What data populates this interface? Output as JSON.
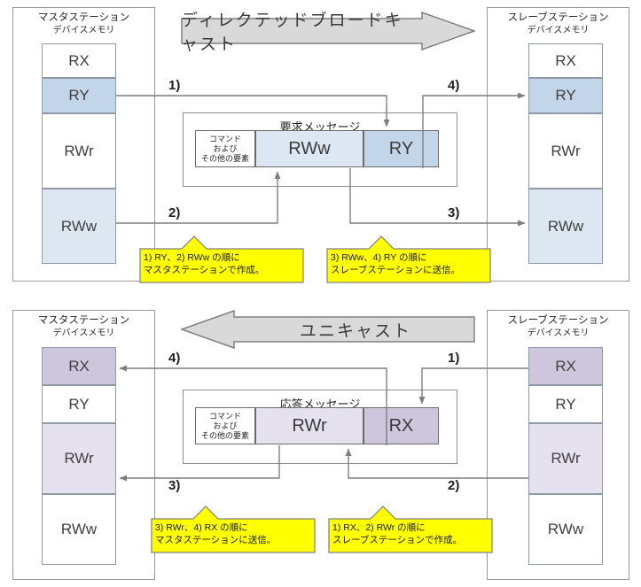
{
  "diagrams": [
    {
      "id": "directed-broadcast",
      "banner": {
        "label": "ディレクテッドブロードキャスト",
        "direction": "right",
        "color": "#d9d9d9"
      },
      "master": {
        "title": "マスタステーション",
        "subtitle": "デバイスメモリ",
        "cells": [
          {
            "label": "RX",
            "color": "#ffffff"
          },
          {
            "label": "RY",
            "color": "#c3d5e8"
          },
          {
            "label": "RWr",
            "color": "#ffffff"
          },
          {
            "label": "RWw",
            "color": "#dde7f2"
          }
        ]
      },
      "slave": {
        "title": "スレーブステーション",
        "subtitle": "デバイスメモリ",
        "cells": [
          {
            "label": "RX",
            "color": "#ffffff"
          },
          {
            "label": "RY",
            "color": "#c3d5e8"
          },
          {
            "label": "RWr",
            "color": "#ffffff"
          },
          {
            "label": "RWw",
            "color": "#dde7f2"
          }
        ]
      },
      "message": {
        "title": "要求メッセージ",
        "fields": [
          {
            "label": "コマンド\nおよび\nその他の要素",
            "color": "#ffffff",
            "kind": "cmd"
          },
          {
            "label": "RWw",
            "color": "#dce7f3",
            "kind": "data"
          },
          {
            "label": "RY",
            "color": "#c3d5e8",
            "kind": "data"
          }
        ]
      },
      "steps": [
        "1)",
        "2)",
        "3)",
        "4)"
      ],
      "callouts": [
        {
          "text": "1) RY、2) RWw の順に\nマスタステーションで作成。"
        },
        {
          "text": "3) RWw、4) RY の順に\nスレーブステーションに送信。"
        }
      ]
    },
    {
      "id": "unicast",
      "banner": {
        "label": "ユニキャスト",
        "direction": "left",
        "color": "#d9d9d9"
      },
      "master": {
        "title": "マスタステーション",
        "subtitle": "デバイスメモリ",
        "cells": [
          {
            "label": "RX",
            "color": "#cdc6dd"
          },
          {
            "label": "RY",
            "color": "#ffffff"
          },
          {
            "label": "RWr",
            "color": "#e5e1ee"
          },
          {
            "label": "RWw",
            "color": "#ffffff"
          }
        ]
      },
      "slave": {
        "title": "スレーブステーション",
        "subtitle": "デバイスメモリ",
        "cells": [
          {
            "label": "RX",
            "color": "#cdc6dd"
          },
          {
            "label": "RY",
            "color": "#ffffff"
          },
          {
            "label": "RWr",
            "color": "#e5e1ee"
          },
          {
            "label": "RWw",
            "color": "#ffffff"
          }
        ]
      },
      "message": {
        "title": "応答メッセージ",
        "fields": [
          {
            "label": "コマンド\nおよび\nその他の要素",
            "color": "#ffffff",
            "kind": "cmd"
          },
          {
            "label": "RWr",
            "color": "#e5e1ee",
            "kind": "data"
          },
          {
            "label": "RX",
            "color": "#cdc6dd",
            "kind": "data"
          }
        ]
      },
      "steps": [
        "1)",
        "2)",
        "3)",
        "4)"
      ],
      "callouts": [
        {
          "text": "3) RWr、4) RX の順に\nマスタステーションに送信。"
        },
        {
          "text": "1) RX、2) RWr の順に\nスレーブステーションで作成。"
        }
      ]
    }
  ],
  "colors": {
    "callout_fill": "#ffff00",
    "banner_fill": "#d9d9d9",
    "line": "#7f7f7f",
    "border": "#8e9aa6"
  }
}
